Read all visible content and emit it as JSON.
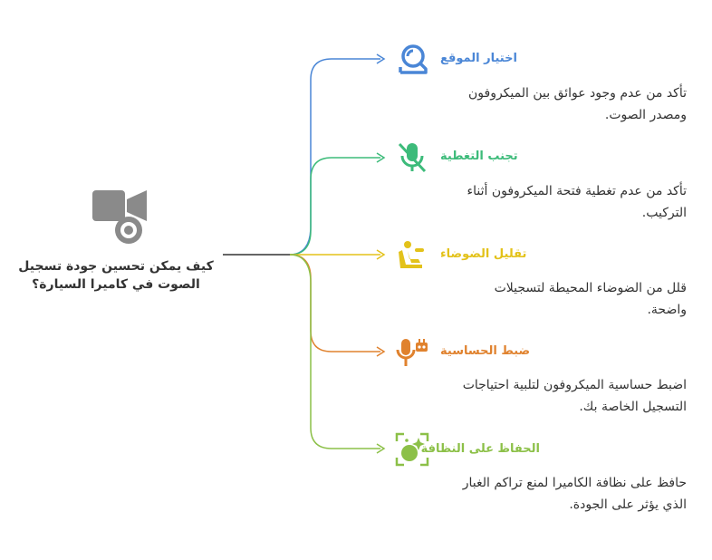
{
  "center": {
    "title_line1": "كيف يمكن تحسين جودة تسجيل",
    "title_line2": "الصوت في كاميرا السيارة؟",
    "icon": "video-camera-icon"
  },
  "items": [
    {
      "title": "اختيار الموقع",
      "desc_line1": "تأكد من عدم وجود عوائق بين الميكروفون",
      "desc_line2": "ومصدر الصوت.",
      "icon": "location-camera-icon",
      "color": "#4a86d6"
    },
    {
      "title": "تجنب التغطية",
      "desc_line1": "تأكد من عدم تغطية فتحة الميكروفون أثناء",
      "desc_line2": "التركيب.",
      "icon": "mic-off-icon",
      "color": "#3dbb7a"
    },
    {
      "title": "تقليل الضوضاء",
      "desc_line1": "قلل من الضوضاء المحيطة لتسجيلات",
      "desc_line2": "واضحة.",
      "icon": "seat-icon",
      "color": "#e3c21a"
    },
    {
      "title": "ضبط الحساسية",
      "desc_line1": "اضبط حساسية الميكروفون لتلبية احتياجات",
      "desc_line2": "التسجيل الخاصة بك.",
      "icon": "mic-settings-icon",
      "color": "#e0822e"
    },
    {
      "title": "الحفاظ على النظافة",
      "desc_line1": "حافظ على نظافة الكاميرا لمنع تراكم الغبار",
      "desc_line2": "الذي يؤثر على الجودة.",
      "icon": "sparkle-clean-icon",
      "color": "#8cc048"
    }
  ]
}
